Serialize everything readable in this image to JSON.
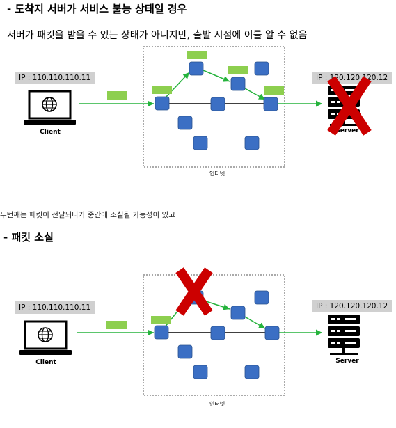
{
  "section1": {
    "heading": "- 도착지 서버가 서비스 불능 상태일 경우",
    "description": "서버가 패킷을 받을 수 있는 상태가 아니지만, 출발 시점에 이를 알 수 없음",
    "client_ip": "IP : 110.110.110.11",
    "server_ip": "IP : 120.120.120.12",
    "client_label": "Client",
    "server_label": "Server",
    "network_label": "인터넷"
  },
  "section2": {
    "intro": "두번째는 패킷이 전달되다가 중간에 소실될 가능성이 있고",
    "heading": "- 패킷 소실",
    "client_ip": "IP : 110.110.110.11",
    "server_ip": "IP : 120.120.120.12",
    "client_label": "Client",
    "server_label": "Server",
    "network_label": "인터넷"
  },
  "colors": {
    "node": "#3b6fc4",
    "packet": "#8dcf4f",
    "route": "#25b33c",
    "cross": "#cc0000",
    "ip_bg": "#d0d0d0"
  }
}
